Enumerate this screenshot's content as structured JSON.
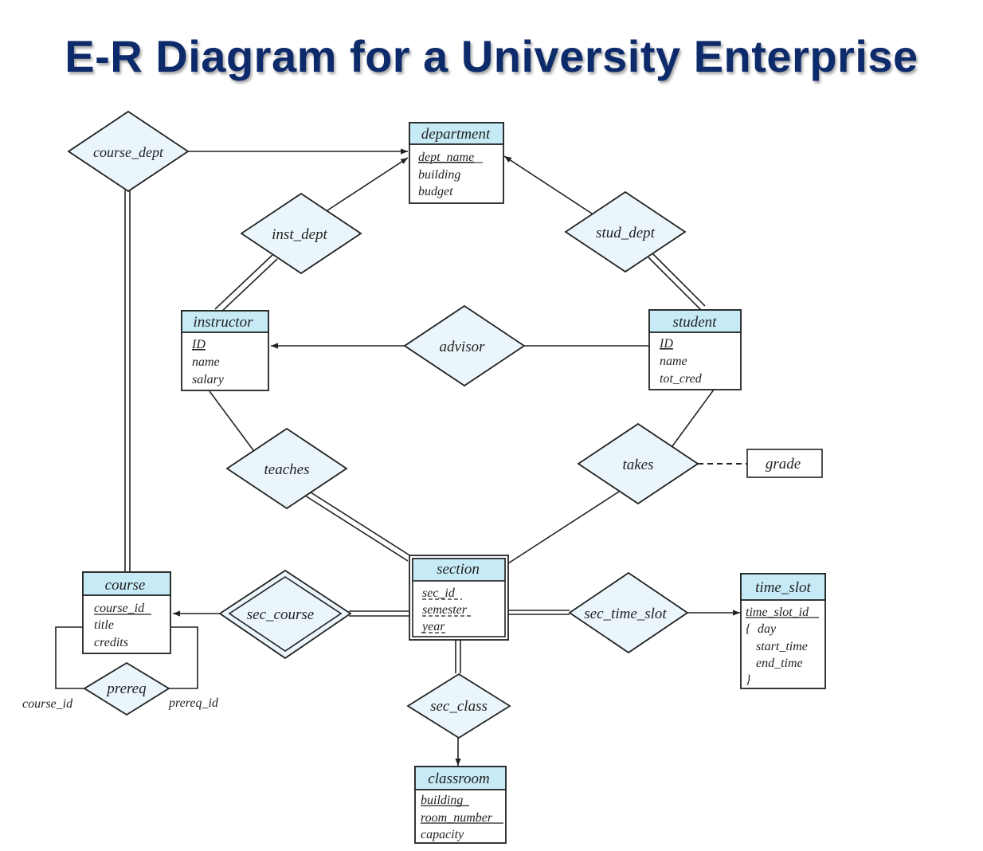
{
  "title": "E-R Diagram for a University Enterprise",
  "colors": {
    "title": "#0d2a6b",
    "entity_header": "#c6ebf7",
    "relationship_fill": "#eaf6fb",
    "line": "#222222"
  },
  "entities": {
    "department": {
      "name": "department",
      "attributes": [
        "dept_name",
        "building",
        "budget"
      ]
    },
    "instructor": {
      "name": "instructor",
      "attributes": [
        "ID",
        "name",
        "salary"
      ]
    },
    "student": {
      "name": "student",
      "attributes": [
        "ID",
        "name",
        "tot_cred"
      ]
    },
    "section": {
      "name": "section",
      "attributes": [
        "sec_id",
        "semester",
        "year"
      ]
    },
    "course": {
      "name": "course",
      "attributes": [
        "course_id",
        "title",
        "credits"
      ]
    },
    "time_slot": {
      "name": "time_slot",
      "attributes": [
        "time_slot_id",
        "{",
        "day",
        "start_time",
        "end_time",
        "}"
      ]
    },
    "classroom": {
      "name": "classroom",
      "attributes": [
        "building",
        "room_number",
        "capacity"
      ]
    }
  },
  "relationships": {
    "course_dept": "course_dept",
    "inst_dept": "inst_dept",
    "stud_dept": "stud_dept",
    "advisor": "advisor",
    "teaches": "teaches",
    "takes": "takes",
    "sec_course": "sec_course",
    "sec_time_slot": "sec_time_slot",
    "sec_class": "sec_class",
    "prereq": "prereq"
  },
  "relationship_attribute": "grade",
  "role_labels": {
    "left": "course_id",
    "right": "prereq_id"
  }
}
